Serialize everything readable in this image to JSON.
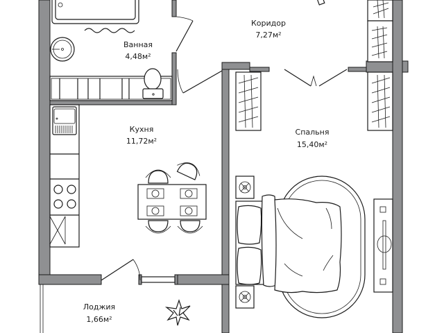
{
  "plan": {
    "colors": {
      "wall": "#8f9092",
      "line": "#1a1a1a",
      "background": "#ffffff"
    },
    "rooms": [
      {
        "id": "bathroom",
        "name": "Ванная",
        "area": "4,48м²"
      },
      {
        "id": "corridor",
        "name": "Коридор",
        "area": "7,27м²"
      },
      {
        "id": "kitchen",
        "name": "Кухня",
        "area": "11,72м²"
      },
      {
        "id": "bedroom",
        "name": "Спальня",
        "area": "15,40м²"
      },
      {
        "id": "loggia",
        "name": "Лоджия",
        "area": "1,66м²"
      }
    ],
    "fixtures": {
      "bathroom": [
        "bathtub-icon",
        "sink-icon",
        "toilet-icon",
        "washer-cabinets"
      ],
      "kitchen": [
        "kitchen-sink-icon",
        "stove-icon",
        "dining-table-icon",
        "chair-icon"
      ],
      "bedroom": [
        "bed-icon",
        "rug-icon",
        "nightstand-icon",
        "tv-stand-icon",
        "wardrobe-icon"
      ],
      "corridor": [
        "wardrobe-icon"
      ],
      "loggia": [
        "plant-icon"
      ]
    }
  }
}
